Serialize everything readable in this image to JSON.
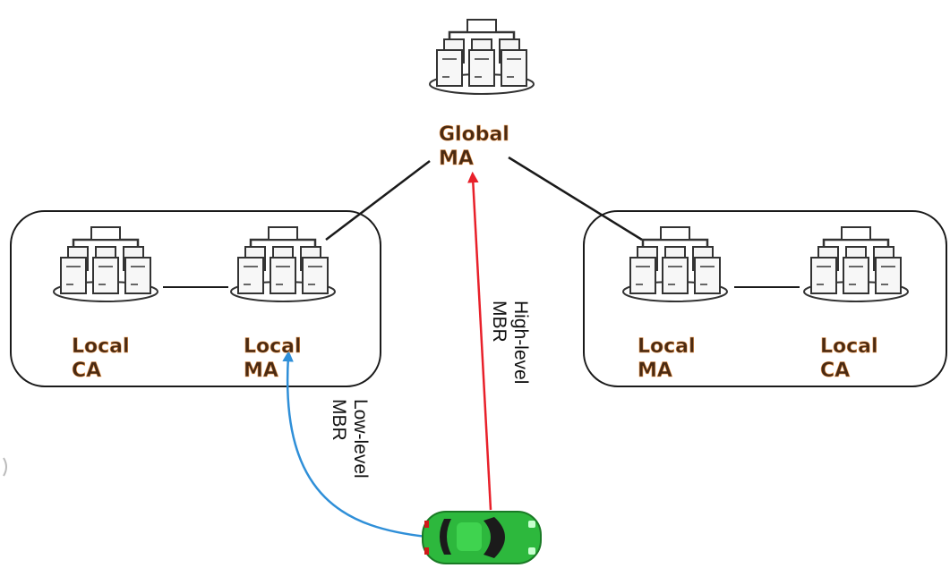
{
  "nodes": {
    "global_ma": {
      "line1": "Global",
      "line2": "MA"
    },
    "left_ca": {
      "line1": "Local",
      "line2": "CA"
    },
    "left_ma": {
      "line1": "Local",
      "line2": "MA"
    },
    "right_ma": {
      "line1": "Local",
      "line2": "MA"
    },
    "right_ca": {
      "line1": "Local",
      "line2": "CA"
    }
  },
  "edges": {
    "high_level": {
      "line1": "High-level",
      "line2": "MBR",
      "color": "#e8202a"
    },
    "low_level": {
      "line1": "Low-level",
      "line2": "MBR",
      "color": "#2f8fd8"
    }
  },
  "icons": {
    "server": "server-cluster-icon",
    "vehicle": "car-icon"
  },
  "colors": {
    "label_text": "#4a2a12",
    "label_outline": "#f3a25a",
    "connector": "#1a1a1a",
    "group_border": "#1a1a1a",
    "car_body": "#2db83d"
  }
}
